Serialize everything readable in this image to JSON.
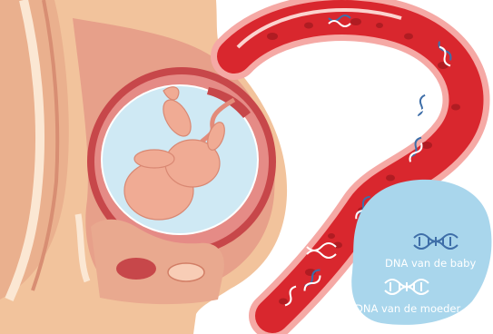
{
  "labels": {
    "baby_dna": "DNA van de baby",
    "mother_dna": "DNA van de moeder"
  },
  "colors": {
    "skin": "#f2c39c",
    "tissue": "#e7a08a",
    "uterus_wall": "#c7474a",
    "amniotic_fluid": "#cfe9f4",
    "vessel_outer": "#f5a9a5",
    "vessel_inner": "#d9272e",
    "blood_cell": "#b01c22",
    "plasma_pool": "#a9d6ec",
    "dna_blue": "#3e6ea8",
    "dna_white": "#ffffff"
  },
  "icons": [
    "fetus-illustration",
    "dna-helix-icon"
  ]
}
